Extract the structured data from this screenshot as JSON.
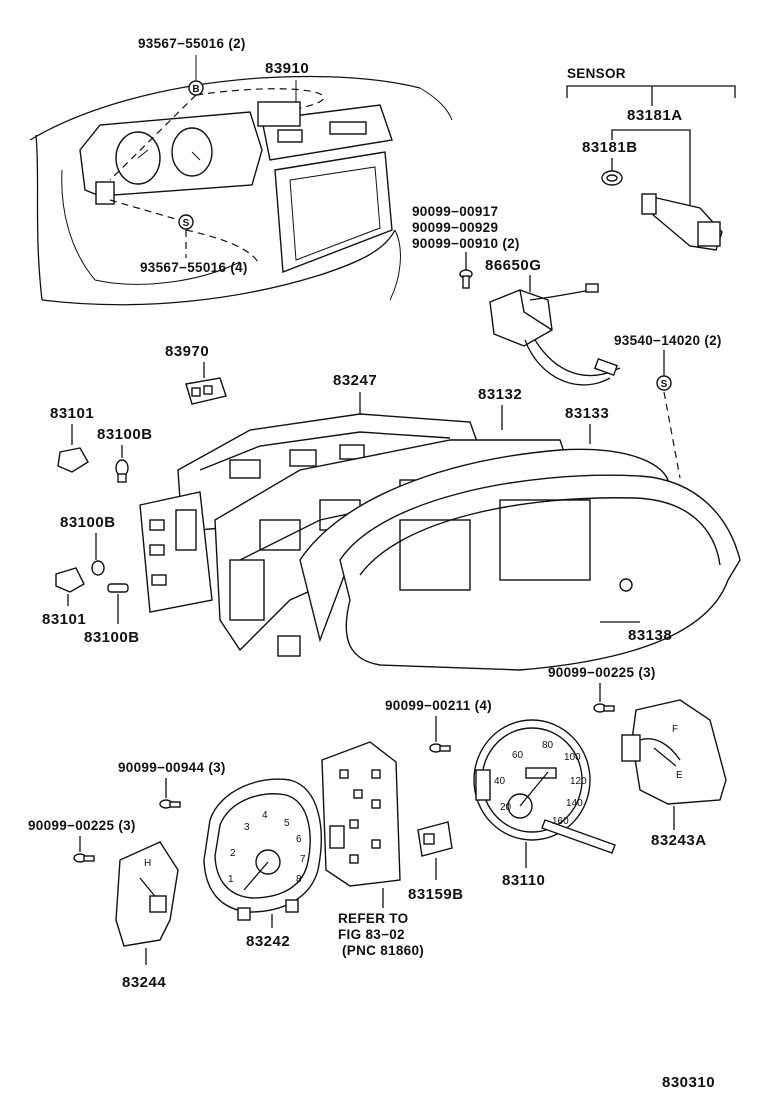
{
  "diagram_number": "830310",
  "labels": {
    "p83910": "83910",
    "p93567_55016_2": "93567−55016 (2)",
    "p93567_55016_4": "93567−55016 (4)",
    "sensor": "SENSOR",
    "p83181A": "83181A",
    "p83181B": "83181B",
    "p90099_00917": "90099−00917",
    "p90099_00929": "90099−00929",
    "p90099_00910": "90099−00910 (2)",
    "p86650G": "86650G",
    "p93540_14020": "93540−14020 (2)",
    "p83970": "83970",
    "p83247": "83247",
    "p83132": "83132",
    "p83133": "83133",
    "p83101_top": "83101",
    "p83100B_top": "83100B",
    "p83100B_mid": "83100B",
    "p83101_bot": "83101",
    "p83100B_bot": "83100B",
    "p83138": "83138",
    "p90099_00225_r": "90099−00225 (3)",
    "p90099_00211": "90099−00211 (4)",
    "p90099_00944": "90099−00944 (3)",
    "p90099_00225_l": "90099−00225 (3)",
    "p83243A": "83243A",
    "p83110": "83110",
    "p83159B": "83159B",
    "p83242": "83242",
    "p83244": "83244",
    "refer_1": "REFER TO",
    "refer_2": "FIG 83−02",
    "refer_3": "(PNC 81860)"
  },
  "badges": {
    "b_top": "B",
    "s_left": "S",
    "s_right": "S"
  },
  "tach_numbers": [
    "1",
    "2",
    "3",
    "4",
    "5",
    "6",
    "7",
    "8"
  ],
  "speedo_numbers": [
    "20",
    "40",
    "60",
    "80",
    "100",
    "120",
    "140",
    "160"
  ]
}
